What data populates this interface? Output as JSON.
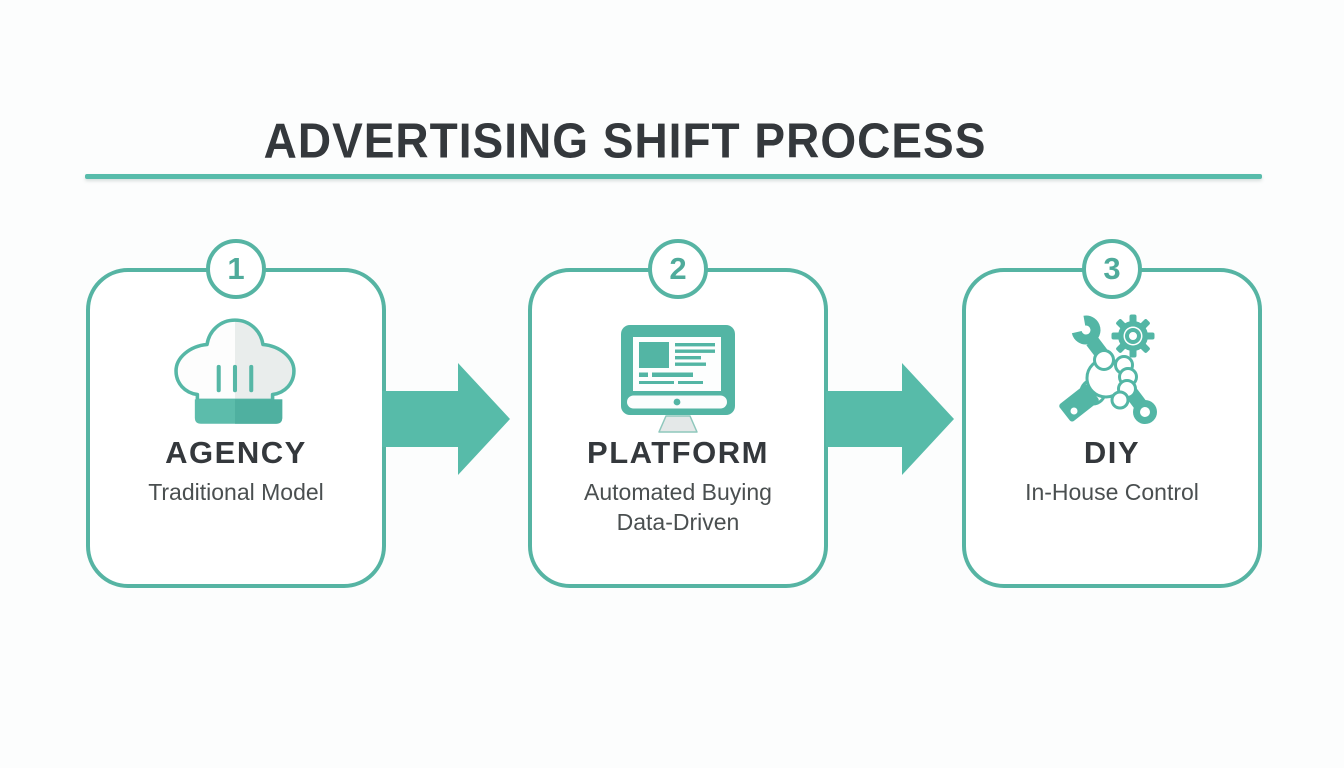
{
  "title": "ADVERTISING SHIFT PROCESS",
  "colors": {
    "accent_teal": "#56b7a6",
    "accent_teal_dark": "#4fab9b",
    "heading_text": "#34383c",
    "sub_text": "#4a4f50",
    "card_background": "#ffffff",
    "page_background": "#fcfdfd"
  },
  "steps": [
    {
      "number": "1",
      "icon": "chef-hat-icon",
      "label": "AGENCY",
      "sub1": "Traditional Model"
    },
    {
      "number": "2",
      "icon": "monitor-icon",
      "label": "PLATFORM",
      "sub1": "Automated Buying",
      "sub2": "Data-Driven"
    },
    {
      "number": "3",
      "icon": "wrench-gear-hand-icon",
      "label": "DIY",
      "sub1": "In-House Control"
    }
  ]
}
